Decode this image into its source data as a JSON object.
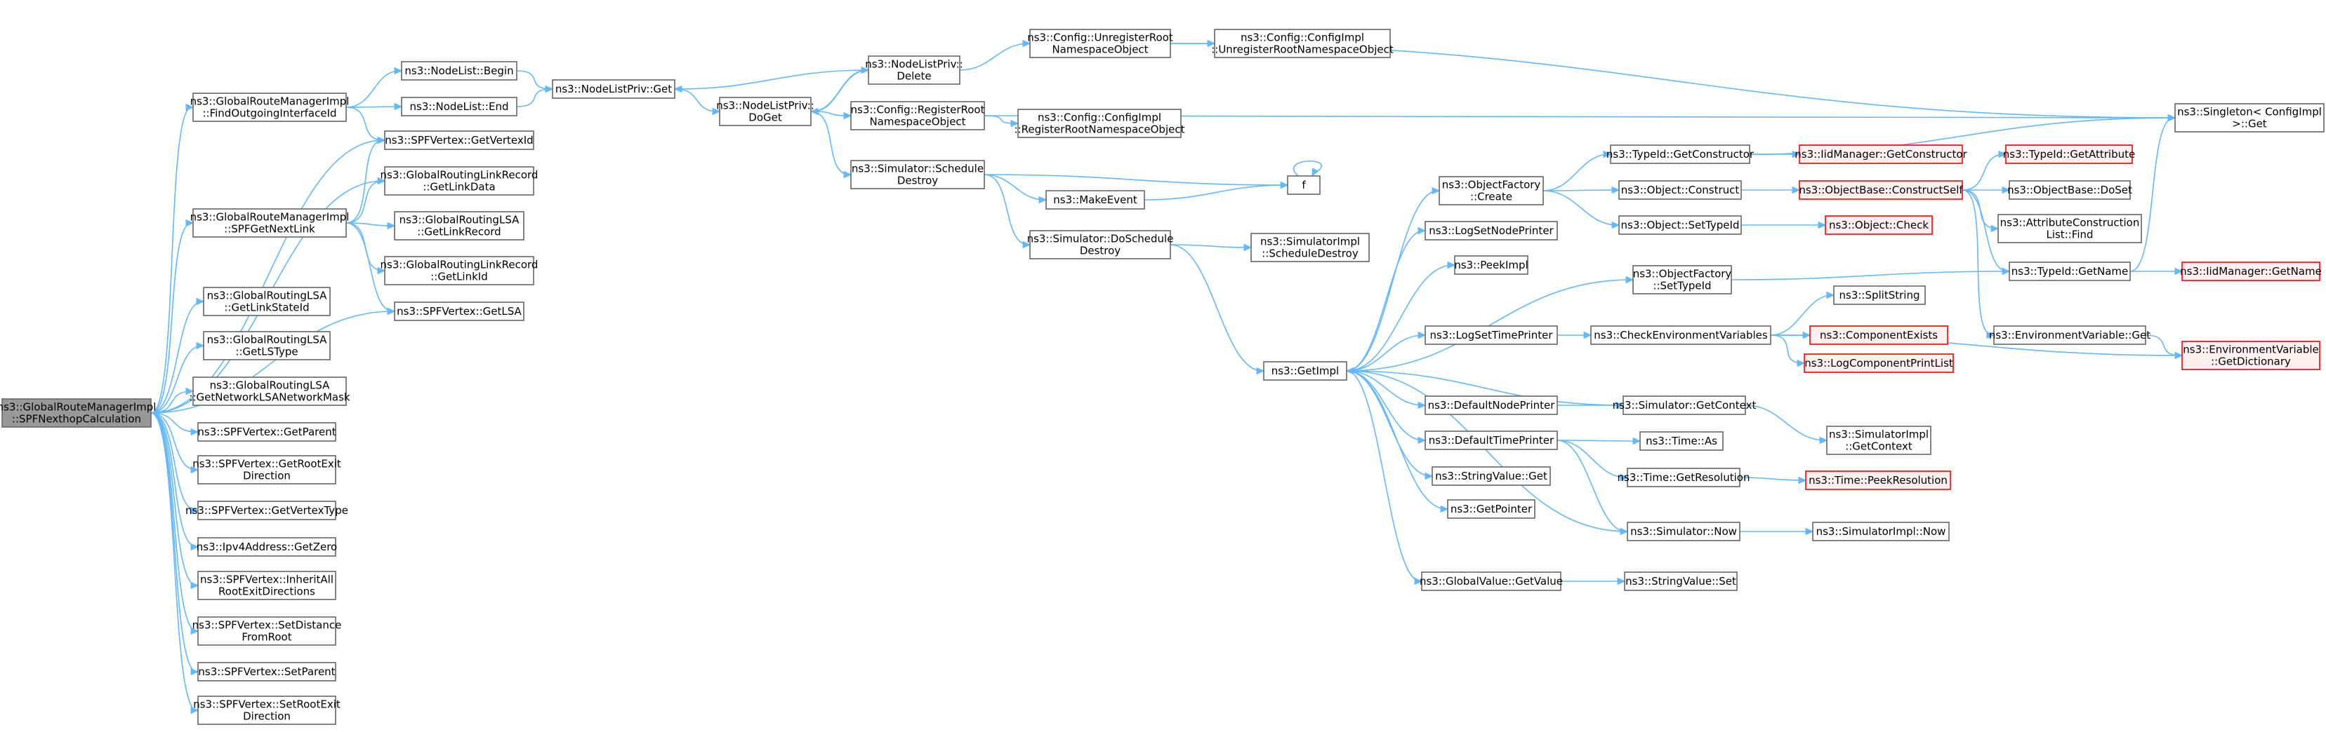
{
  "nodes": [
    {
      "id": "root",
      "lines": [
        "ns3::GlobalRouteManagerImpl",
        "::SPFNexthopCalculation"
      ],
      "root": true
    },
    {
      "id": "findOut",
      "lines": [
        "ns3::GlobalRouteManagerImpl",
        "::FindOutgoingInterfaceId"
      ]
    },
    {
      "id": "getNextLink",
      "lines": [
        "ns3::GlobalRouteManagerImpl",
        "::SPFGetNextLink"
      ]
    },
    {
      "id": "lsaLinkState",
      "lines": [
        "ns3::GlobalRoutingLSA",
        "::GetLinkStateId"
      ]
    },
    {
      "id": "lsaLSType",
      "lines": [
        "ns3::GlobalRoutingLSA",
        "::GetLSType"
      ]
    },
    {
      "id": "lsaNetMask",
      "lines": [
        "ns3::GlobalRoutingLSA",
        "::GetNetworkLSANetworkMask"
      ]
    },
    {
      "id": "vGetParent",
      "lines": [
        "ns3::SPFVertex::GetParent"
      ]
    },
    {
      "id": "vRootExit",
      "lines": [
        "ns3::SPFVertex::GetRootExit",
        "Direction"
      ]
    },
    {
      "id": "vType",
      "lines": [
        "ns3::SPFVertex::GetVertexType"
      ]
    },
    {
      "id": "ipv4Zero",
      "lines": [
        "ns3::Ipv4Address::GetZero"
      ]
    },
    {
      "id": "vInherit",
      "lines": [
        "ns3::SPFVertex::InheritAll",
        "RootExitDirections"
      ]
    },
    {
      "id": "vSetDist",
      "lines": [
        "ns3::SPFVertex::SetDistance",
        "FromRoot"
      ]
    },
    {
      "id": "vSetParent",
      "lines": [
        "ns3::SPFVertex::SetParent"
      ]
    },
    {
      "id": "vSetRootExit",
      "lines": [
        "ns3::SPFVertex::SetRootExit",
        "Direction"
      ]
    },
    {
      "id": "nlBegin",
      "lines": [
        "ns3::NodeList::Begin"
      ]
    },
    {
      "id": "nlEnd",
      "lines": [
        "ns3::NodeList::End"
      ]
    },
    {
      "id": "vGetVertexId",
      "lines": [
        "ns3::SPFVertex::GetVertexId"
      ]
    },
    {
      "id": "lrLinkData",
      "lines": [
        "ns3::GlobalRoutingLinkRecord",
        "::GetLinkData"
      ]
    },
    {
      "id": "lsaLinkRecord",
      "lines": [
        "ns3::GlobalRoutingLSA",
        "::GetLinkRecord"
      ]
    },
    {
      "id": "lrLinkId",
      "lines": [
        "ns3::GlobalRoutingLinkRecord",
        "::GetLinkId"
      ]
    },
    {
      "id": "vGetLSA",
      "lines": [
        "ns3::SPFVertex::GetLSA"
      ]
    },
    {
      "id": "nlpGet",
      "lines": [
        "ns3::NodeListPriv::Get"
      ]
    },
    {
      "id": "nlpDoGet",
      "lines": [
        "ns3::NodeListPriv::",
        "DoGet"
      ]
    },
    {
      "id": "nlpDelete",
      "lines": [
        "ns3::NodeListPriv::",
        "Delete"
      ]
    },
    {
      "id": "cfgRegister",
      "lines": [
        "ns3::Config::RegisterRoot",
        "NamespaceObject"
      ]
    },
    {
      "id": "simSchedDestroy",
      "lines": [
        "ns3::Simulator::Schedule",
        "Destroy"
      ]
    },
    {
      "id": "cfgUnregister",
      "lines": [
        "ns3::Config::UnregisterRoot",
        "NamespaceObject"
      ]
    },
    {
      "id": "cfgImplUnreg",
      "lines": [
        "ns3::Config::ConfigImpl",
        "::UnregisterRootNamespaceObject"
      ]
    },
    {
      "id": "cfgImplReg",
      "lines": [
        "ns3::Config::ConfigImpl",
        "::RegisterRootNamespaceObject"
      ]
    },
    {
      "id": "makeEvent",
      "lines": [
        "ns3::MakeEvent"
      ]
    },
    {
      "id": "f",
      "lines": [
        "f"
      ]
    },
    {
      "id": "simDoSched",
      "lines": [
        "ns3::Simulator::DoSchedule",
        "Destroy"
      ]
    },
    {
      "id": "simImplSched",
      "lines": [
        "ns3::SimulatorImpl",
        "::ScheduleDestroy"
      ]
    },
    {
      "id": "getImpl",
      "lines": [
        "ns3::GetImpl"
      ]
    },
    {
      "id": "objFactCreate",
      "lines": [
        "ns3::ObjectFactory",
        "::Create"
      ]
    },
    {
      "id": "logSetNode",
      "lines": [
        "ns3::LogSetNodePrinter"
      ]
    },
    {
      "id": "peekImpl",
      "lines": [
        "ns3::PeekImpl"
      ]
    },
    {
      "id": "logSetTime",
      "lines": [
        "ns3::LogSetTimePrinter"
      ]
    },
    {
      "id": "defNodePrinter",
      "lines": [
        "ns3::DefaultNodePrinter"
      ]
    },
    {
      "id": "defTimePrinter",
      "lines": [
        "ns3::DefaultTimePrinter"
      ]
    },
    {
      "id": "strValGet",
      "lines": [
        "ns3::StringValue::Get"
      ]
    },
    {
      "id": "getPointer",
      "lines": [
        "ns3::GetPointer"
      ]
    },
    {
      "id": "gvGetValue",
      "lines": [
        "ns3::GlobalValue::GetValue"
      ]
    },
    {
      "id": "tidGetCtor",
      "lines": [
        "ns3::TypeId::GetConstructor"
      ]
    },
    {
      "id": "objConstruct",
      "lines": [
        "ns3::Object::Construct"
      ]
    },
    {
      "id": "objSetTypeId",
      "lines": [
        "ns3::Object::SetTypeId"
      ]
    },
    {
      "id": "objFactSetTid",
      "lines": [
        "ns3::ObjectFactory",
        "::SetTypeId"
      ]
    },
    {
      "id": "checkEnv",
      "lines": [
        "ns3::CheckEnvironmentVariables"
      ]
    },
    {
      "id": "simGetContext",
      "lines": [
        "ns3::Simulator::GetContext"
      ]
    },
    {
      "id": "timeAs",
      "lines": [
        "ns3::Time::As"
      ]
    },
    {
      "id": "timeGetRes",
      "lines": [
        "ns3::Time::GetResolution"
      ]
    },
    {
      "id": "simNow",
      "lines": [
        "ns3::Simulator::Now"
      ]
    },
    {
      "id": "strValSet",
      "lines": [
        "ns3::StringValue::Set"
      ]
    },
    {
      "id": "iidGetCtor",
      "lines": [
        "ns3::IidManager::GetConstructor"
      ],
      "truncated": true
    },
    {
      "id": "objBaseConstruct",
      "lines": [
        "ns3::ObjectBase::ConstructSelf"
      ],
      "truncated": true
    },
    {
      "id": "objCheck",
      "lines": [
        "ns3::Object::Check"
      ],
      "truncated": true
    },
    {
      "id": "splitString",
      "lines": [
        "ns3::SplitString"
      ]
    },
    {
      "id": "compExists",
      "lines": [
        "ns3::ComponentExists"
      ],
      "truncated": true
    },
    {
      "id": "logCompPrint",
      "lines": [
        "ns3::LogComponentPrintList"
      ],
      "truncated": true
    },
    {
      "id": "simImplGetCtx",
      "lines": [
        "ns3::SimulatorImpl",
        "::GetContext"
      ]
    },
    {
      "id": "timePeekRes",
      "lines": [
        "ns3::Time::PeekResolution"
      ],
      "truncated": true
    },
    {
      "id": "simImplNow",
      "lines": [
        "ns3::SimulatorImpl::Now"
      ]
    },
    {
      "id": "tidGetAttr",
      "lines": [
        "ns3::TypeId::GetAttribute"
      ],
      "truncated": true
    },
    {
      "id": "objBaseDoSet",
      "lines": [
        "ns3::ObjectBase::DoSet"
      ]
    },
    {
      "id": "attrConstrFind",
      "lines": [
        "ns3::AttributeConstruction",
        "List::Find"
      ]
    },
    {
      "id": "tidGetName",
      "lines": [
        "ns3::TypeId::GetName"
      ]
    },
    {
      "id": "envVarGet",
      "lines": [
        "ns3::EnvironmentVariable::Get"
      ]
    },
    {
      "id": "singletonGet",
      "lines": [
        "ns3::Singleton< ConfigImpl",
        " >::Get"
      ]
    },
    {
      "id": "iidGetName",
      "lines": [
        "ns3::IidManager::GetName"
      ],
      "truncated": true
    },
    {
      "id": "envVarDict",
      "lines": [
        "ns3::EnvironmentVariable",
        "::GetDictionary"
      ],
      "truncated": true
    }
  ],
  "edges": [
    [
      "root",
      "findOut"
    ],
    [
      "root",
      "vGetVertexId"
    ],
    [
      "root",
      "getNextLink"
    ],
    [
      "root",
      "lrLinkData"
    ],
    [
      "root",
      "vGetLSA"
    ],
    [
      "root",
      "lsaLinkState"
    ],
    [
      "root",
      "lsaLSType"
    ],
    [
      "root",
      "lsaNetMask"
    ],
    [
      "root",
      "vGetParent"
    ],
    [
      "root",
      "vRootExit"
    ],
    [
      "root",
      "vType"
    ],
    [
      "root",
      "ipv4Zero"
    ],
    [
      "root",
      "vInherit"
    ],
    [
      "root",
      "vSetDist"
    ],
    [
      "root",
      "vSetParent"
    ],
    [
      "root",
      "vSetRootExit"
    ],
    [
      "findOut",
      "nlBegin"
    ],
    [
      "findOut",
      "nlEnd"
    ],
    [
      "findOut",
      "vGetVertexId"
    ],
    [
      "getNextLink",
      "vGetVertexId"
    ],
    [
      "getNextLink",
      "lrLinkData"
    ],
    [
      "getNextLink",
      "lsaLinkRecord"
    ],
    [
      "getNextLink",
      "lrLinkId"
    ],
    [
      "getNextLink",
      "vGetLSA"
    ],
    [
      "nlBegin",
      "nlpGet"
    ],
    [
      "nlEnd",
      "nlpGet"
    ],
    [
      "nlpGet",
      "nlpDoGet"
    ],
    [
      "nlpDelete",
      "nlpGet"
    ],
    [
      "nlpDoGet",
      "nlpDelete"
    ],
    [
      "nlpDoGet",
      "cfgRegister"
    ],
    [
      "nlpDoGet",
      "simSchedDestroy"
    ],
    [
      "nlpDelete",
      "nlpDoGet"
    ],
    [
      "nlpDelete",
      "cfgUnregister"
    ],
    [
      "cfgUnregister",
      "cfgImplUnreg"
    ],
    [
      "cfgUnregister",
      "singletonGet"
    ],
    [
      "cfgRegister",
      "cfgImplReg"
    ],
    [
      "cfgRegister",
      "singletonGet"
    ],
    [
      "simSchedDestroy",
      "makeEvent"
    ],
    [
      "simSchedDestroy",
      "f"
    ],
    [
      "simSchedDestroy",
      "simDoSched"
    ],
    [
      "makeEvent",
      "f"
    ],
    [
      "f",
      "f"
    ],
    [
      "simDoSched",
      "simImplSched"
    ],
    [
      "simDoSched",
      "getImpl"
    ],
    [
      "getImpl",
      "objFactCreate"
    ],
    [
      "getImpl",
      "logSetNode"
    ],
    [
      "getImpl",
      "peekImpl"
    ],
    [
      "getImpl",
      "logSetTime"
    ],
    [
      "getImpl",
      "defNodePrinter"
    ],
    [
      "getImpl",
      "defTimePrinter"
    ],
    [
      "getImpl",
      "strValGet"
    ],
    [
      "getImpl",
      "getPointer"
    ],
    [
      "getImpl",
      "gvGetValue"
    ],
    [
      "getImpl",
      "objFactSetTid"
    ],
    [
      "simGetContext",
      "getImpl"
    ],
    [
      "simNow",
      "getImpl"
    ],
    [
      "objFactCreate",
      "tidGetCtor"
    ],
    [
      "objFactCreate",
      "objConstruct"
    ],
    [
      "objFactCreate",
      "objSetTypeId"
    ],
    [
      "tidGetCtor",
      "iidGetCtor"
    ],
    [
      "tidGetCtor",
      "singletonGet"
    ],
    [
      "objConstruct",
      "objBaseConstruct"
    ],
    [
      "objSetTypeId",
      "objCheck"
    ],
    [
      "objFactSetTid",
      "tidGetName"
    ],
    [
      "logSetTime",
      "checkEnv"
    ],
    [
      "checkEnv",
      "splitString"
    ],
    [
      "checkEnv",
      "compExists"
    ],
    [
      "checkEnv",
      "logCompPrint"
    ],
    [
      "checkEnv",
      "envVarDict"
    ],
    [
      "defNodePrinter",
      "simGetContext"
    ],
    [
      "simGetContext",
      "simImplGetCtx"
    ],
    [
      "defTimePrinter",
      "timeAs"
    ],
    [
      "defTimePrinter",
      "timeGetRes"
    ],
    [
      "defTimePrinter",
      "simNow"
    ],
    [
      "timeGetRes",
      "timePeekRes"
    ],
    [
      "simNow",
      "simImplNow"
    ],
    [
      "gvGetValue",
      "strValSet"
    ],
    [
      "objBaseConstruct",
      "tidGetAttr"
    ],
    [
      "objBaseConstruct",
      "objBaseDoSet"
    ],
    [
      "objBaseConstruct",
      "attrConstrFind"
    ],
    [
      "objBaseConstruct",
      "tidGetName"
    ],
    [
      "objBaseConstruct",
      "envVarGet"
    ],
    [
      "tidGetName",
      "iidGetName"
    ],
    [
      "tidGetName",
      "singletonGet"
    ],
    [
      "envVarGet",
      "envVarDict"
    ]
  ]
}
